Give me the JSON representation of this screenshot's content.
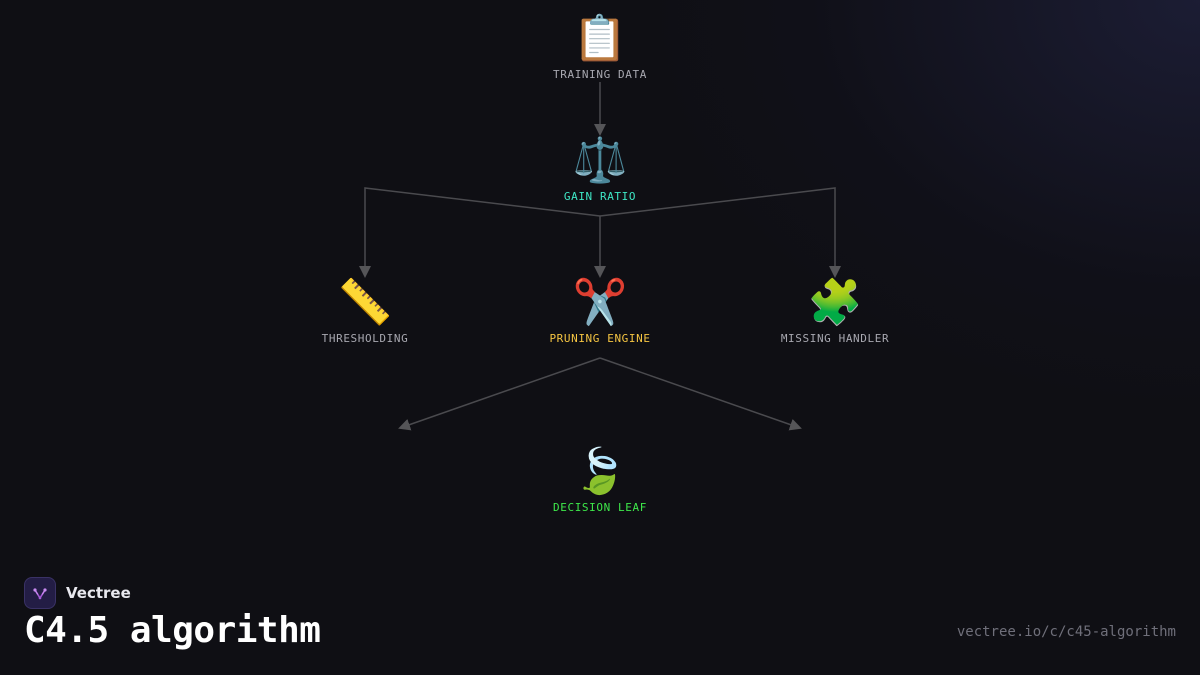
{
  "diagram": {
    "nodes": [
      {
        "id": "training",
        "icon": "clipboard-icon",
        "glyph": "📋",
        "label": "TRAINING DATA",
        "color": "#a8a8b0"
      },
      {
        "id": "gain",
        "icon": "balance-scale-icon",
        "glyph": "⚖️",
        "label": "GAIN RATIO",
        "color": "#3ee8c6"
      },
      {
        "id": "thresh",
        "icon": "ruler-icon",
        "glyph": "📏",
        "label": "THRESHOLDING",
        "color": "#a8a8b0"
      },
      {
        "id": "pruning",
        "icon": "scissors-icon",
        "glyph": "✂️",
        "label": "PRUNING ENGINE",
        "color": "#f5c542"
      },
      {
        "id": "missing",
        "icon": "puzzle-piece-icon",
        "glyph": "🧩",
        "label": "MISSING HANDLER",
        "color": "#a8a8b0"
      },
      {
        "id": "leaf",
        "icon": "leaf-icon",
        "glyph": "🍃",
        "label": "DECISION LEAF",
        "color": "#3ee84a"
      }
    ],
    "edges": [
      {
        "from": "training",
        "to": "gain"
      },
      {
        "from": "gain",
        "to": "thresh"
      },
      {
        "from": "gain",
        "to": "pruning"
      },
      {
        "from": "gain",
        "to": "missing"
      },
      {
        "from": "pruning",
        "to": "leaf-left"
      },
      {
        "from": "pruning",
        "to": "leaf-right"
      }
    ],
    "edge_color": "#4a4a4e"
  },
  "brand": {
    "name": "Vectree",
    "logo_icon": "vectree-logo-icon",
    "logo_color": "#a65bd8"
  },
  "title": "C4.5 algorithm",
  "url": "vectree.io/c/c45-algorithm"
}
